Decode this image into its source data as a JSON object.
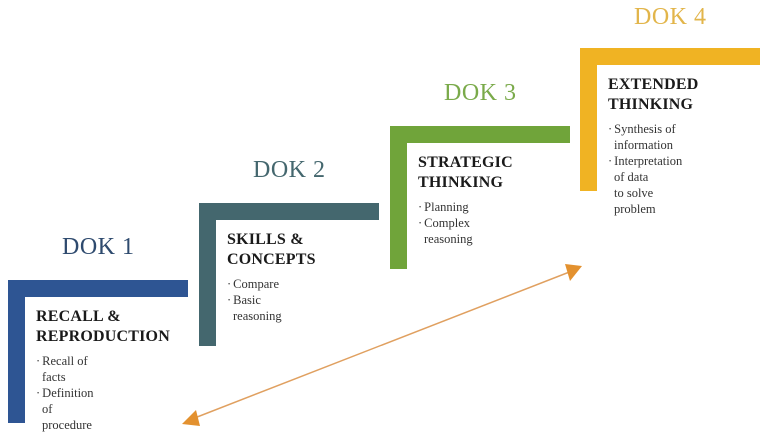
{
  "diagram": {
    "steps": [
      {
        "level": "DOK 1",
        "title_line1": "RECALL &",
        "title_line2": "REPRODUCTION",
        "bullets": [
          "Recall of facts",
          "Definition of\nprocedure"
        ],
        "color": "#2e5593"
      },
      {
        "level": "DOK 2",
        "title_line1": "SKILLS &",
        "title_line2": "CONCEPTS",
        "bullets": [
          "Compare",
          "Basic reasoning"
        ],
        "color": "#44676e"
      },
      {
        "level": "DOK 3",
        "title_line1": "STRATEGIC",
        "title_line2": "THINKING",
        "bullets": [
          "Planning",
          "Complex reasoning"
        ],
        "color": "#70a43a"
      },
      {
        "level": "DOK 4",
        "title_line1": "EXTENDED",
        "title_line2": "THINKING",
        "bullets": [
          "Synthesis of\ninformation",
          "Interpretation of data\nto solve problem"
        ],
        "color": "#f0b323"
      }
    ],
    "arrow": {
      "type": "double-headed",
      "color": "#e3912f",
      "line_color": "#e0a060"
    }
  }
}
